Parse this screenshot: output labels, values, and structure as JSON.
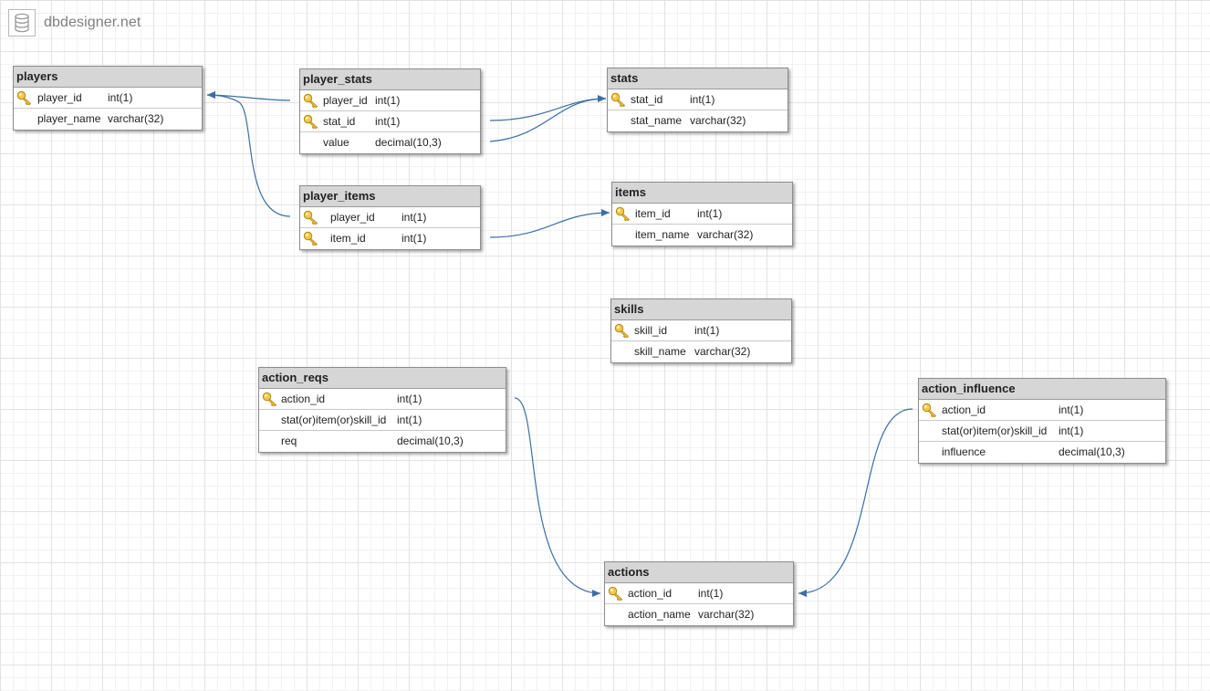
{
  "brand": {
    "logo_text": "dbdesigner.net",
    "logo_icon": "database-icon"
  },
  "colors": {
    "connector": "#3c6ea4",
    "header_bg": "#d6d6d6",
    "border": "#8c8c8c",
    "key": "#e3b52c"
  },
  "tables": {
    "players": {
      "title": "players",
      "fields": [
        {
          "name": "player_id",
          "type": "int(1)",
          "key": true
        },
        {
          "name": "player_name",
          "type": "varchar(32)",
          "key": false
        }
      ]
    },
    "player_stats": {
      "title": "player_stats",
      "fields": [
        {
          "name": "player_id",
          "type": "int(1)",
          "key": true
        },
        {
          "name": "stat_id",
          "type": "int(1)",
          "key": true
        },
        {
          "name": "value",
          "type": "decimal(10,3)",
          "key": false
        }
      ]
    },
    "stats": {
      "title": "stats",
      "fields": [
        {
          "name": "stat_id",
          "type": "int(1)",
          "key": true
        },
        {
          "name": "stat_name",
          "type": "varchar(32)",
          "key": false
        }
      ]
    },
    "player_items": {
      "title": "player_items",
      "fields": [
        {
          "name": "player_id",
          "type": "int(1)",
          "key": true
        },
        {
          "name": "item_id",
          "type": "int(1)",
          "key": true
        }
      ]
    },
    "items": {
      "title": "items",
      "fields": [
        {
          "name": "item_id",
          "type": "int(1)",
          "key": true
        },
        {
          "name": "item_name",
          "type": "varchar(32)",
          "key": false
        }
      ]
    },
    "skills": {
      "title": "skills",
      "fields": [
        {
          "name": "skill_id",
          "type": "int(1)",
          "key": true
        },
        {
          "name": "skill_name",
          "type": "varchar(32)",
          "key": false
        }
      ]
    },
    "action_reqs": {
      "title": "action_reqs",
      "fields": [
        {
          "name": "action_id",
          "type": "int(1)",
          "key": true
        },
        {
          "name": "stat(or)item(or)skill_id",
          "type": "int(1)",
          "key": false
        },
        {
          "name": "req",
          "type": "decimal(10,3)",
          "key": false
        }
      ]
    },
    "action_influence": {
      "title": "action_influence",
      "fields": [
        {
          "name": "action_id",
          "type": "int(1)",
          "key": true
        },
        {
          "name": "stat(or)item(or)skill_id",
          "type": "int(1)",
          "key": false
        },
        {
          "name": "influence",
          "type": "decimal(10,3)",
          "key": false
        }
      ]
    },
    "actions": {
      "title": "actions",
      "fields": [
        {
          "name": "action_id",
          "type": "int(1)",
          "key": true
        },
        {
          "name": "action_name",
          "type": "varchar(32)",
          "key": false
        }
      ]
    }
  }
}
